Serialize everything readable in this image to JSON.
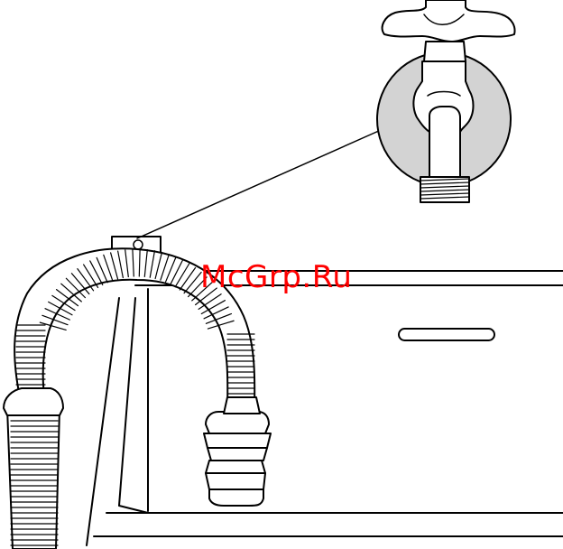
{
  "watermark": {
    "text": "McGrp.Ru",
    "color": "#ff0000"
  },
  "colors": {
    "line": "#000000",
    "tap_disc": "#d3d3d3",
    "background": "#ffffff"
  },
  "icons": [
    "washing-machine-body",
    "corrugated-drain-hose",
    "hose-outlet-fitting",
    "water-tap-detail"
  ]
}
